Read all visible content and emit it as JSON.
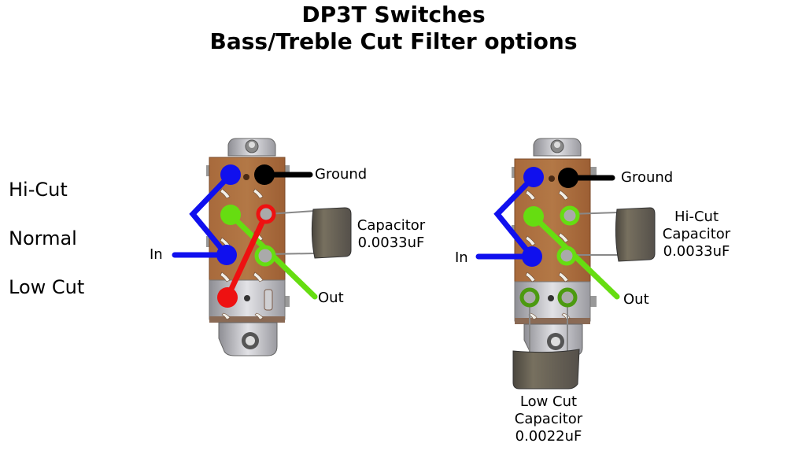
{
  "title": {
    "line1": "DP3T Switches",
    "line2": "Bass/Treble Cut Filter options"
  },
  "positions": {
    "hi_cut": "Hi-Cut",
    "normal": "Normal",
    "low_cut": "Low Cut"
  },
  "switch_left": {
    "ground_label": "Ground",
    "in_label": "In",
    "out_label": "Out",
    "capacitor_label": "Capacitor",
    "capacitor_value": "0.0033uF"
  },
  "switch_right": {
    "ground_label": "Ground",
    "in_label": "In",
    "out_label": "Out",
    "hi_cut_cap_line1": "Hi-Cut",
    "hi_cut_cap_line2": "Capacitor",
    "hi_cut_cap_value": "0.0033uF",
    "low_cut_cap_line1": "Low Cut",
    "low_cut_cap_line2": "Capacitor",
    "low_cut_cap_value": "0.0022uF"
  },
  "colors": {
    "in_wire": "#1010ee",
    "ground_wire": "#000000",
    "out_wire": "#66dd11",
    "lowcut_wire": "#ee1111",
    "lowcut_pad": "#4c9a10",
    "pcb": "#a0643a",
    "metal": "#c8c8cc",
    "capacitor": "#5e584c"
  }
}
